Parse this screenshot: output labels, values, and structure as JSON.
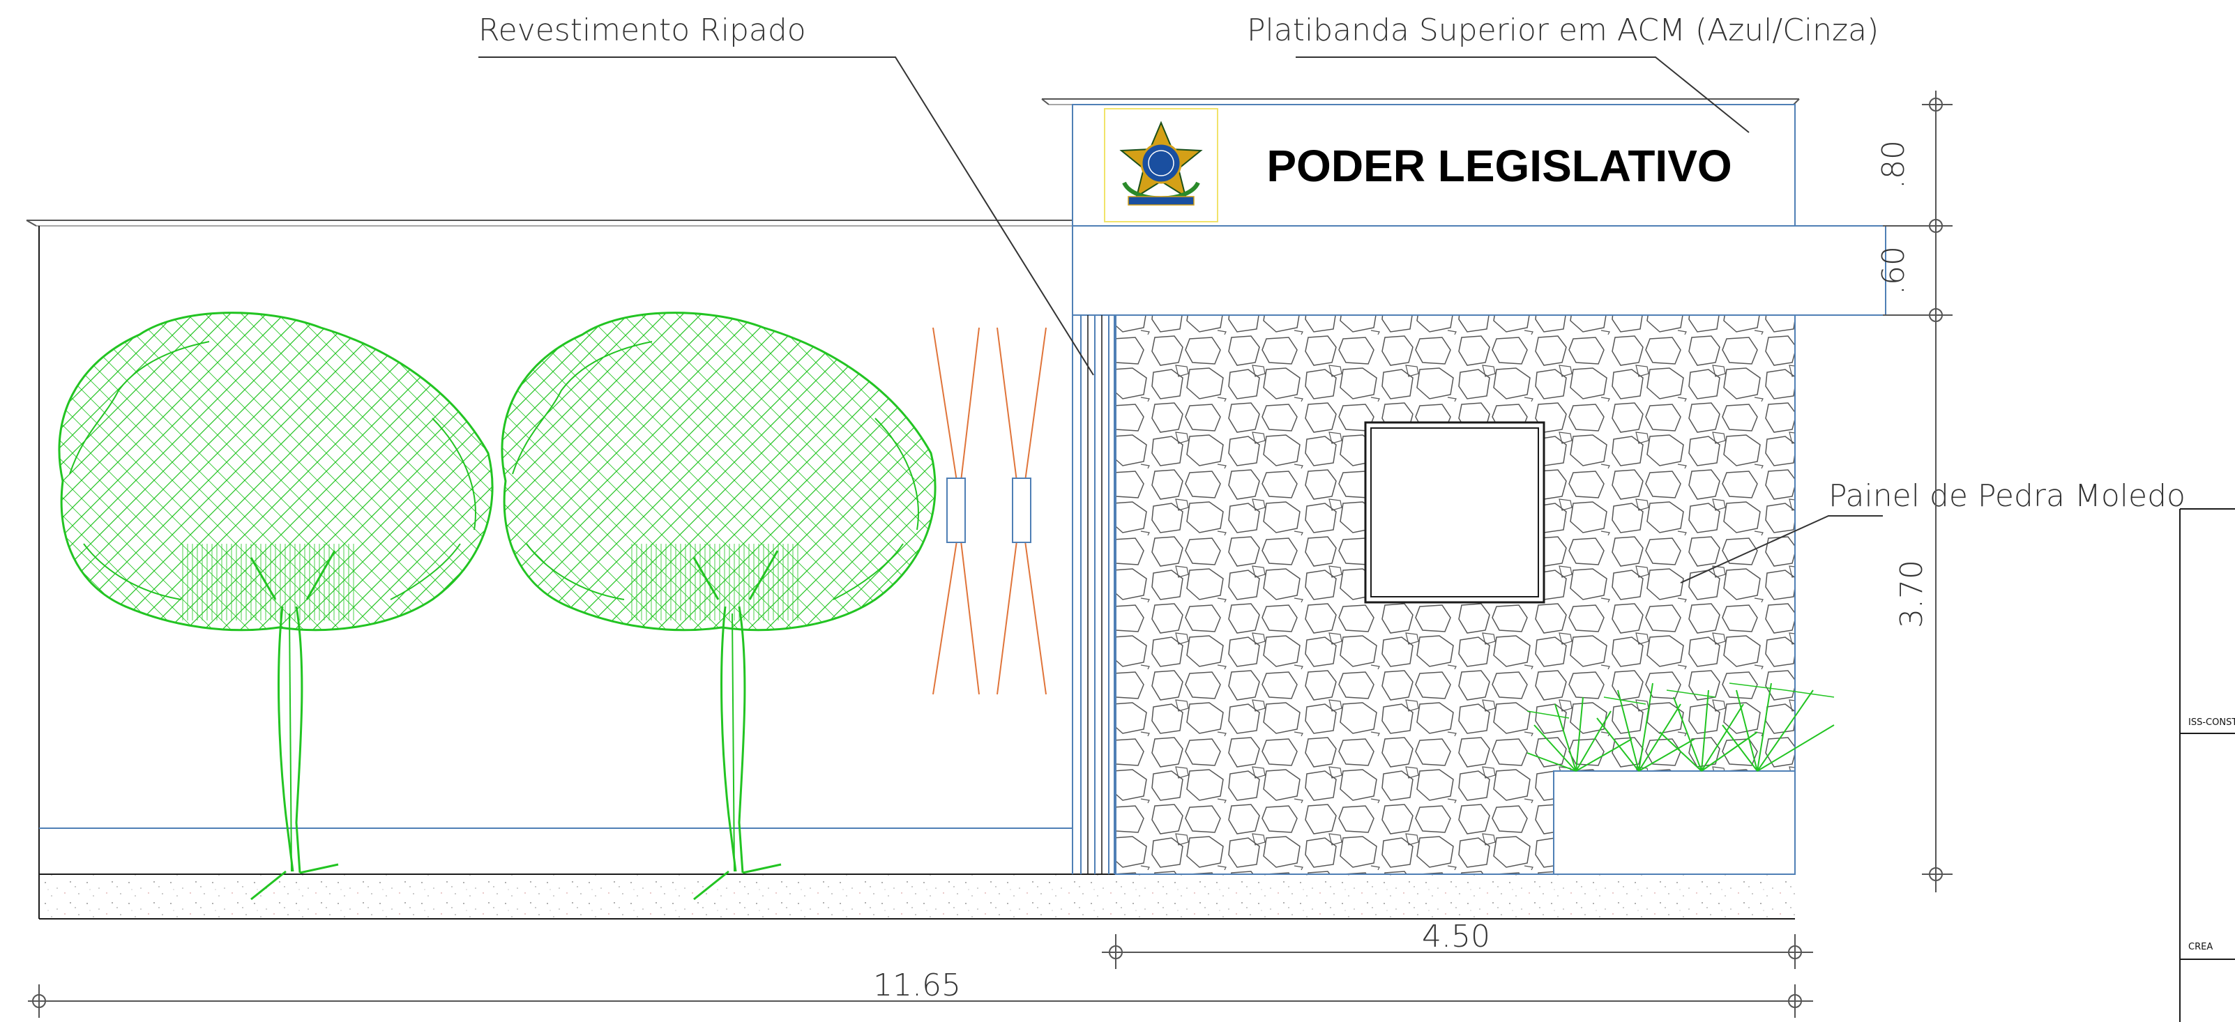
{
  "sign": {
    "title": "PODER LEGISLATIVO"
  },
  "labels": {
    "revestimento": "Revestimento Ripado",
    "platibanda": "Platibanda Superior em ACM (Azul/Cinza)",
    "painel": "Painel de Pedra Moledo"
  },
  "dimensions": {
    "total_width": "11.65",
    "building_width": "4.50",
    "platibanda_height": ".80",
    "band_height": ".60",
    "wall_height": "3.70"
  },
  "title_block": {
    "field_1": "ISS-CONST",
    "field_2": "CREA"
  },
  "colors": {
    "outline": "#1a1a1a",
    "structure_blue": "#4f7fb5",
    "tree_green": "#22c422",
    "accent_orange": "#e0743a",
    "stone_grey": "#555555",
    "seal_blue": "#1a4fa0",
    "seal_gold": "#d4a017"
  }
}
